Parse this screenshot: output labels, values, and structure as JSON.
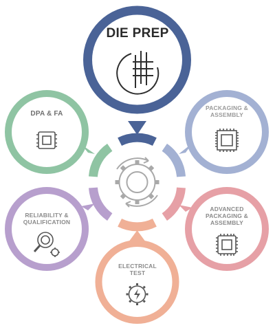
{
  "nodes": {
    "die_prep": {
      "label": "DIE PREP",
      "color": "#4a6397",
      "icon": "die-icon"
    },
    "dpa_fa": {
      "label": "DPA & FA",
      "color": "#8fc4a3",
      "icon": "chip-icon"
    },
    "packaging": {
      "label": "PACKAGING &\nASSEMBLY",
      "color": "#a3b1d3",
      "icon": "package-icon"
    },
    "reliability": {
      "label": "RELIABILITY &\nQUALIFICATION",
      "color": "#b79fcd",
      "icon": "magnifier-gear-icon"
    },
    "advanced": {
      "label": "ADVANCED\nPACKAGING &\nASSEMBLY",
      "color": "#e6a0a6",
      "icon": "advanced-chip-icon"
    },
    "electrical": {
      "label": "ELECTRICAL\nTEST",
      "color": "#f0b096",
      "icon": "lightning-gear-icon"
    }
  },
  "hub": {
    "icon": "central-gear-icon",
    "color": "#a9a9a9"
  }
}
